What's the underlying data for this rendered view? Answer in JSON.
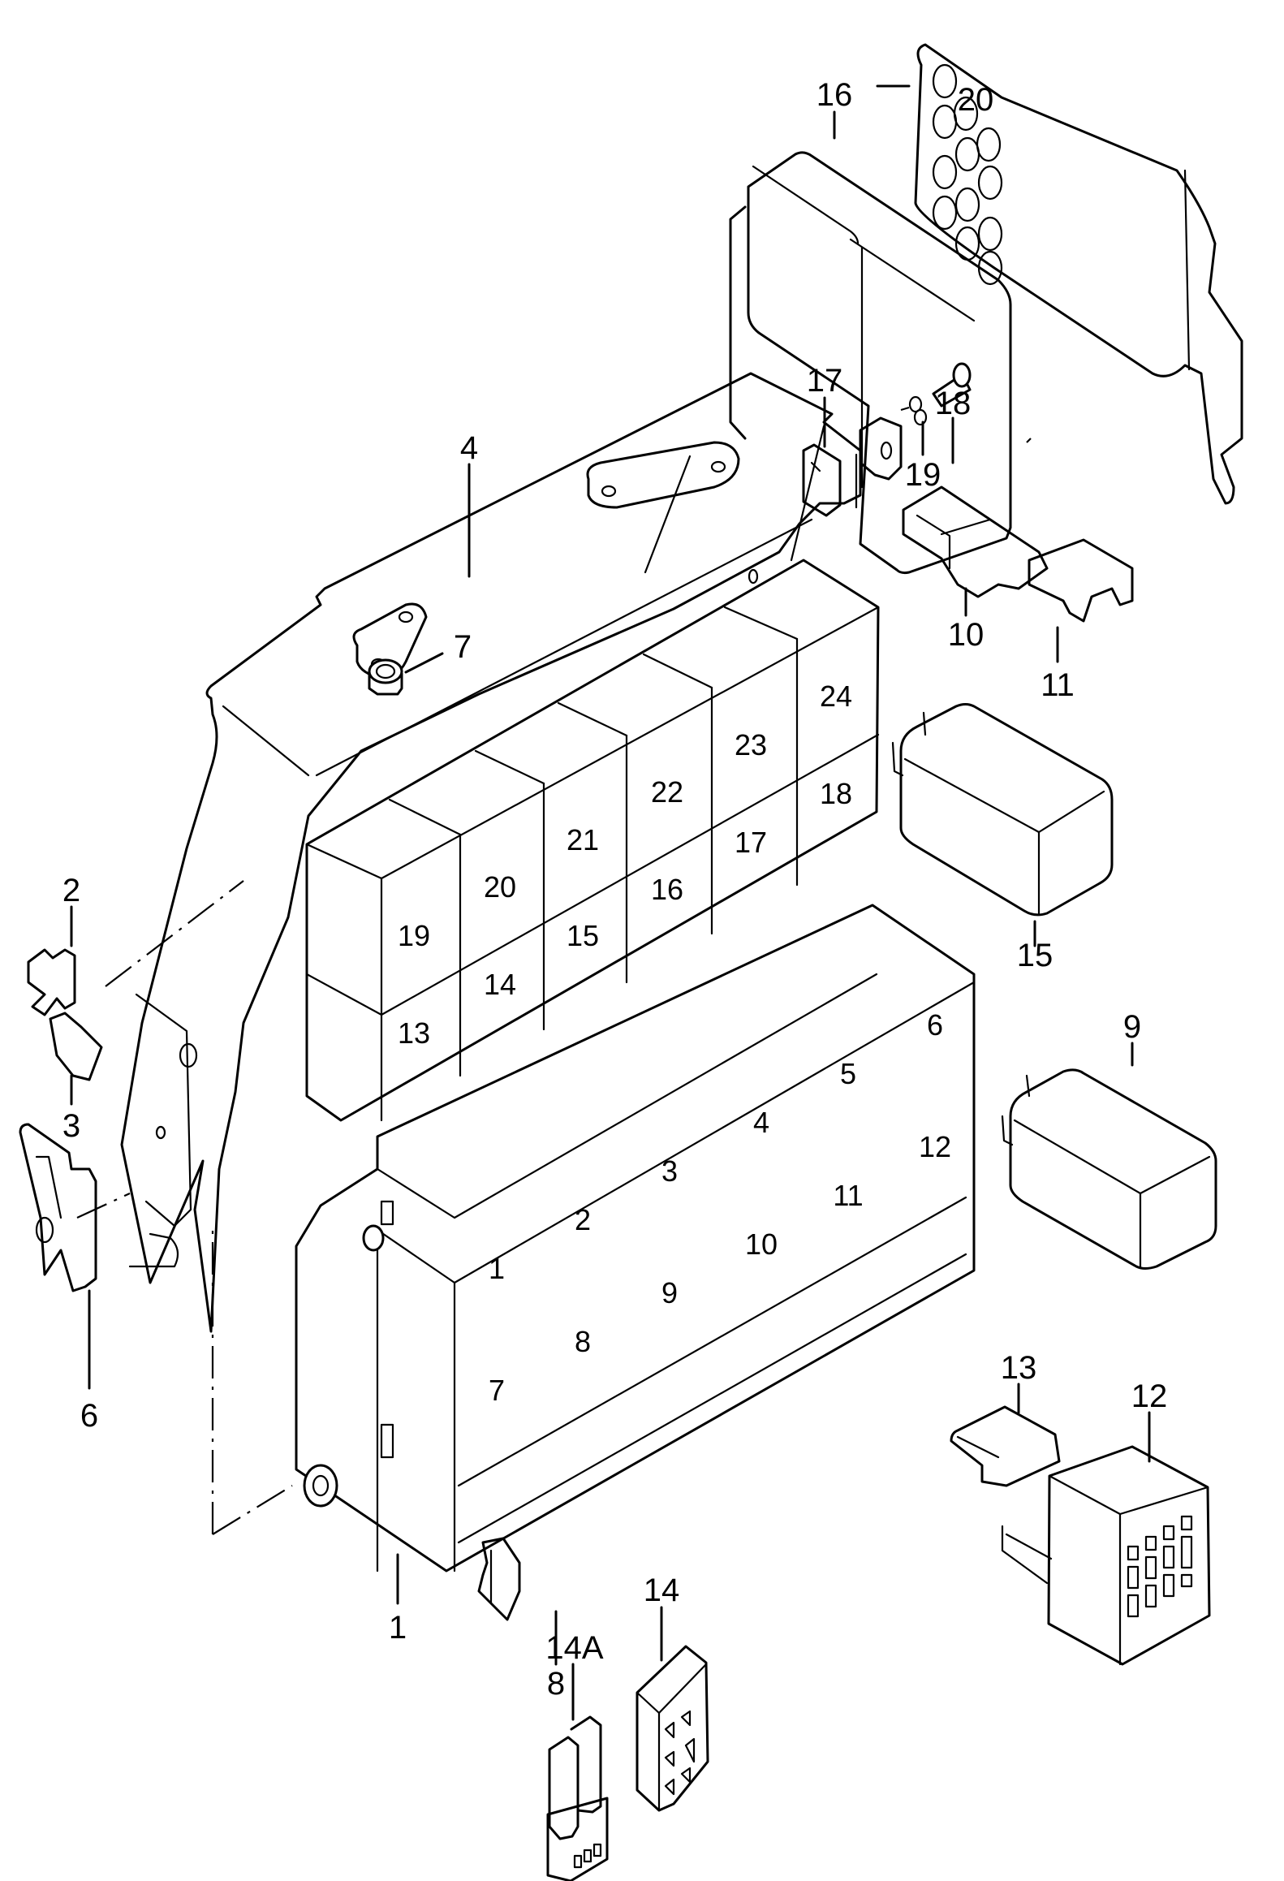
{
  "diagram": {
    "type": "exploded parts diagram",
    "subject": "relay plate / fuse box assembly",
    "callouts": [
      "1",
      "2",
      "3",
      "4",
      "6",
      "7",
      "8",
      "9",
      "10",
      "11",
      "12",
      "13",
      "14",
      "14A",
      "15",
      "16",
      "17",
      "18",
      "19",
      "20"
    ],
    "labels": {
      "p1": "1",
      "p2": "2",
      "p3": "3",
      "p4": "4",
      "p6": "6",
      "p7": "7",
      "p8": "8",
      "p9": "9",
      "p10": "10",
      "p11": "11",
      "p12": "12",
      "p13": "13",
      "p14": "14",
      "p14a": "14A",
      "p15": "15",
      "p16": "16",
      "p17": "17",
      "p18": "18",
      "p19": "19",
      "p20": "20"
    },
    "relay_block_positions": {
      "top_row": [
        "19",
        "20",
        "21",
        "22",
        "23",
        "24"
      ],
      "bottom_row": [
        "13",
        "14",
        "15",
        "16",
        "17",
        "18"
      ]
    },
    "relay_plate_positions": {
      "upper_row": [
        "1",
        "2",
        "3",
        "4",
        "5",
        "6"
      ],
      "lower_row": [
        "7",
        "8",
        "9",
        "10",
        "11",
        "12"
      ]
    }
  }
}
